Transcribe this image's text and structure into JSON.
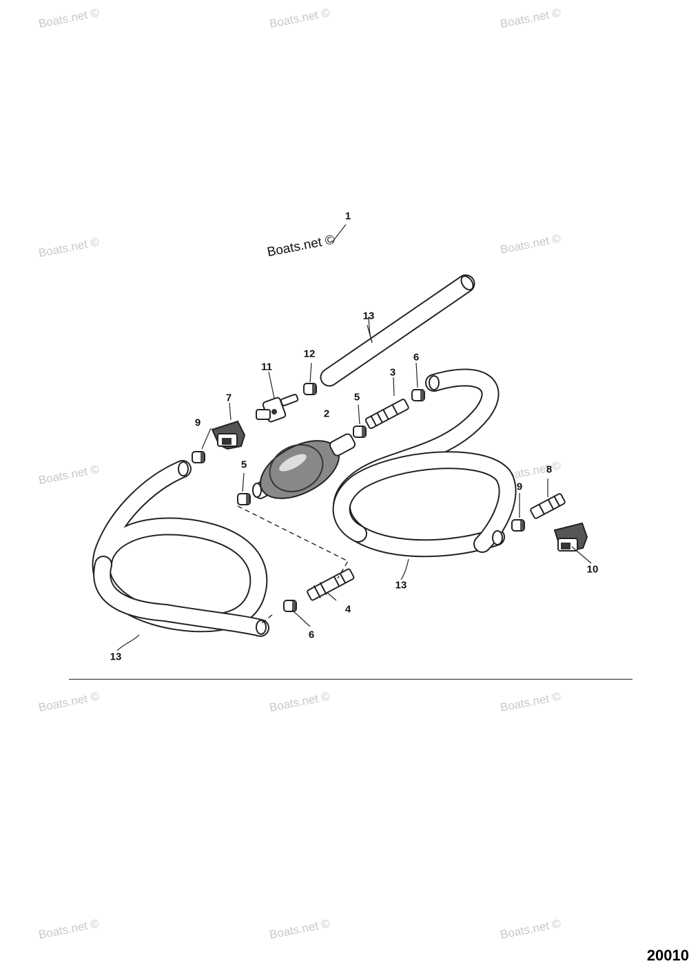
{
  "watermark": "Boats.net ©",
  "inline_label": "Boats.net ©",
  "figure_number": "20010",
  "callouts": {
    "c1": "1",
    "c2": "2",
    "c3": "3",
    "c4": "4",
    "c5a": "5",
    "c5b": "5",
    "c6a": "6",
    "c6b": "6",
    "c7": "7",
    "c8": "8",
    "c9a": "9",
    "c9b": "9",
    "c10": "10",
    "c11": "11",
    "c12": "12",
    "c13a": "13",
    "c13b": "13",
    "c13c": "13"
  }
}
